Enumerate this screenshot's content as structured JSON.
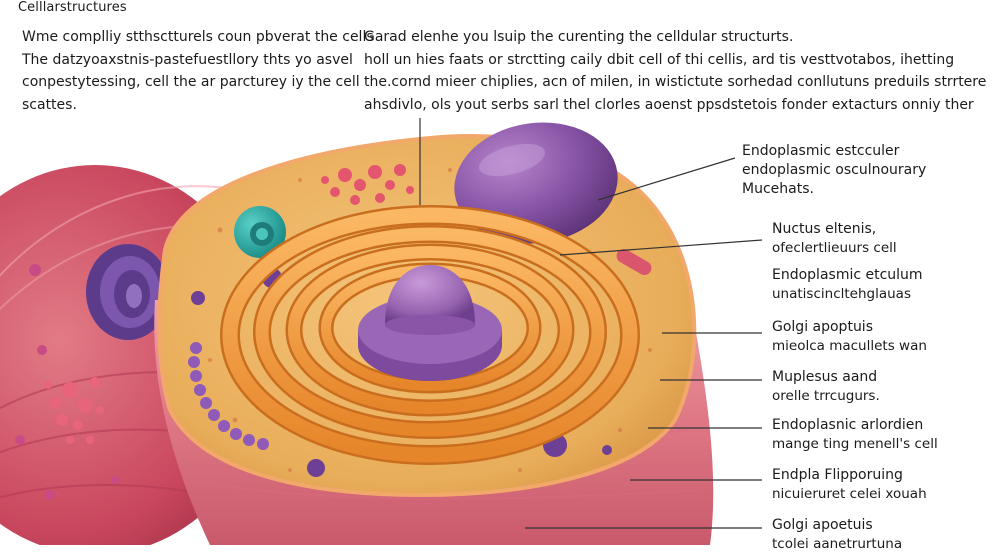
{
  "title": "Celllarstructures",
  "intro_left": [
    "Wme complliy stthsctturels coun pbverat the cells",
    "The datzyoaxstnis-pastefuestllory thts yo asvel",
    "conpestytessing, cell the ar parcturey iy the cell",
    "scattes."
  ],
  "intro_right": [
    "Garad elenhe you lsuip the curenting the celldular structurts.",
    "holl un hies faats or strctting caily dbit cell of thi cellis, ard tis vesttvotabos, ihetting",
    "the.cornd mieer chiplies, acn of milen, in wistictute sorhedad conllutuns preduils strrtere",
    "ahsdivlo, ols yout serbs sarl thel clorles aoenst ppsdstetois fonder extacturs onniy ther"
  ],
  "labels": [
    {
      "line1": "Endoplasmic estcculer",
      "line2": "endoplasmic osculnourary",
      "line3": "Mucehats."
    },
    {
      "line1": "Nuctus eltenis,",
      "line2": "ofeclertlieuurs cell"
    },
    {
      "line1": "Endoplasmic etculum",
      "line2": "unatiscincltehglauas"
    },
    {
      "line1": "Golgi apoptuis",
      "line2": "mieolca macullets wan"
    },
    {
      "line1": "Muplesus aand",
      "line2": "orelle trrcugurs."
    },
    {
      "line1": "Endoplasnic arlordien",
      "line2": "mange ting menell's cell"
    },
    {
      "line1": "Endpla Flipporuing",
      "line2": "nicuieruret celei xouah"
    },
    {
      "line1": "Golgi apoetuis",
      "line2": "tcolei aanetrurtuna"
    }
  ],
  "colors": {
    "cytoplasm": "#e9b15d",
    "membrane_pink": "#d9596f",
    "nucleus_purple": "#8a55a6",
    "golgi_orange": "#f39a3c",
    "leader_line": "#333333"
  }
}
